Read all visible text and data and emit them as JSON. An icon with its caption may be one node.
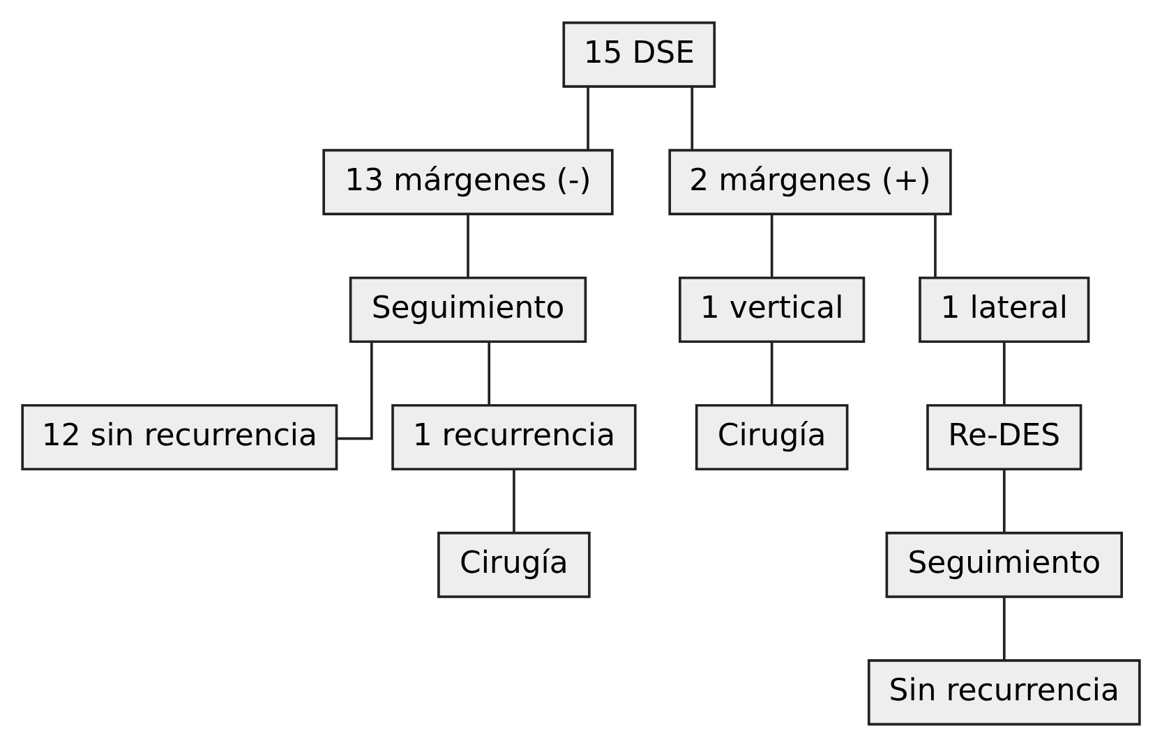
{
  "diagram": {
    "nodes": [
      {
        "text": [
          "15 DSE"
        ]
      },
      {
        "text": [
          "13 márgenes (-)"
        ]
      },
      {
        "text": [
          "2 márgenes (+)"
        ]
      },
      {
        "text": [
          "Seguimiento"
        ]
      },
      {
        "text": [
          "1 vertical"
        ]
      },
      {
        "text": [
          "1 lateral"
        ]
      },
      {
        "text": [
          "12 sin recurrencia"
        ]
      },
      {
        "text": [
          "1 recurrencia"
        ]
      },
      {
        "text": [
          "Cirugía"
        ]
      },
      {
        "text": [
          "Re-DES"
        ]
      },
      {
        "text": [
          "Cirugía"
        ]
      },
      {
        "text": [
          "Seguimiento"
        ]
      },
      {
        "text": [
          "Sin recurrencia"
        ]
      }
    ],
    "edges": [
      {
        "from": 0,
        "to": 1,
        "arrow": "none"
      },
      {
        "from": 0,
        "to": 2,
        "arrow": "none"
      },
      {
        "from": 1,
        "to": 3,
        "arrow": "none"
      },
      {
        "from": 3,
        "to": 6,
        "arrow": "none"
      },
      {
        "from": 3,
        "to": 7,
        "arrow": "none"
      },
      {
        "from": 7,
        "to": 10,
        "arrow": "none"
      },
      {
        "from": 2,
        "to": 4,
        "arrow": "none"
      },
      {
        "from": 2,
        "to": 5,
        "arrow": "none"
      },
      {
        "from": 4,
        "to": 8,
        "arrow": "none"
      },
      {
        "from": 5,
        "to": 9,
        "arrow": "none"
      },
      {
        "from": 9,
        "to": 11,
        "arrow": "none"
      },
      {
        "from": 11,
        "to": 12,
        "arrow": "none"
      }
    ]
  }
}
